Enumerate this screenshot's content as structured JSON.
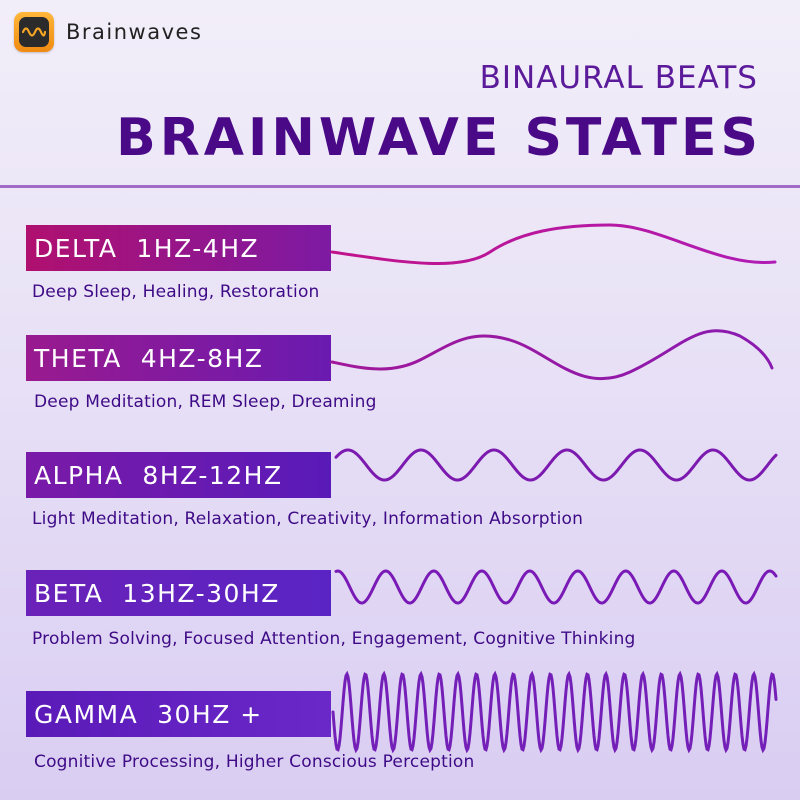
{
  "brand": {
    "name": "Brainwaves",
    "logo_icon": "waveform-icon"
  },
  "header": {
    "subtitle": "BINAURAL BEATS",
    "title": "BRAINWAVE STATES"
  },
  "colors": {
    "title": "#4a0a88",
    "delta": [
      "#b0106f",
      "#7d1aa3"
    ],
    "theta": [
      "#9a1a8f",
      "#6a1ab0"
    ],
    "alpha": [
      "#7a1aa8",
      "#5a1ab8"
    ],
    "beta": [
      "#6a22b8",
      "#5a24c4"
    ],
    "gamma": [
      "#5a1ab8",
      "#6a28c8"
    ]
  },
  "states": [
    {
      "name": "DELTA",
      "range": "1HZ-4HZ",
      "description": "Deep Sleep, Healing, Restoration"
    },
    {
      "name": "THETA",
      "range": "4HZ-8HZ",
      "description": "Deep Meditation, REM Sleep, Dreaming"
    },
    {
      "name": "ALPHA",
      "range": "8HZ-12HZ",
      "description": "Light Meditation, Relaxation, Creativity, Information Absorption"
    },
    {
      "name": "BETA",
      "range": "13HZ-30HZ",
      "description": "Problem Solving, Focused Attention, Engagement, Cognitive Thinking"
    },
    {
      "name": "GAMMA",
      "range": "30HZ +",
      "description": "Cognitive Processing, Higher Conscious Perception"
    }
  ]
}
